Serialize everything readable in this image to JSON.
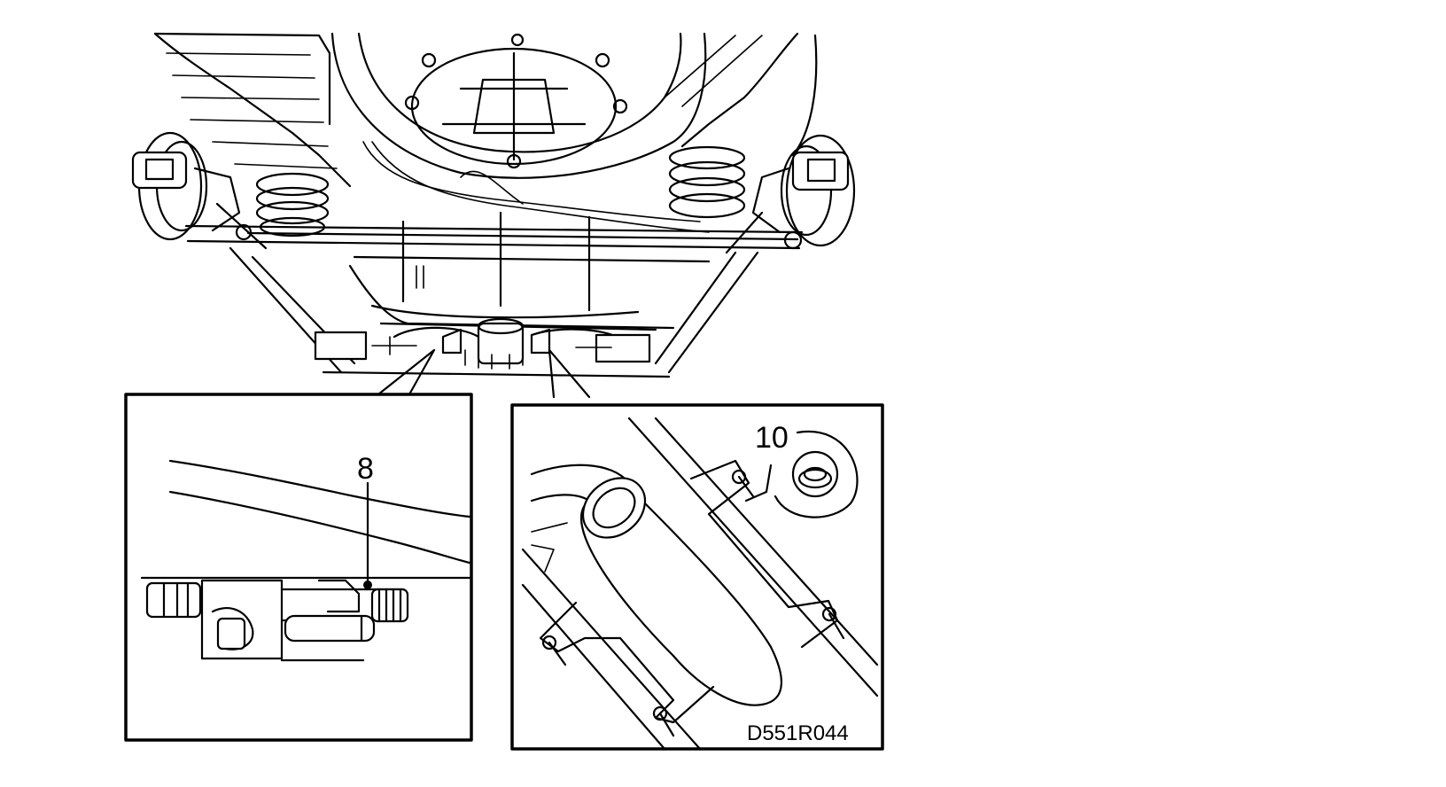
{
  "callouts": {
    "left_inset": "8",
    "right_inset": "10"
  },
  "figure_code": "D551R044",
  "colors": {
    "line": "#000000",
    "background": "#ffffff"
  }
}
